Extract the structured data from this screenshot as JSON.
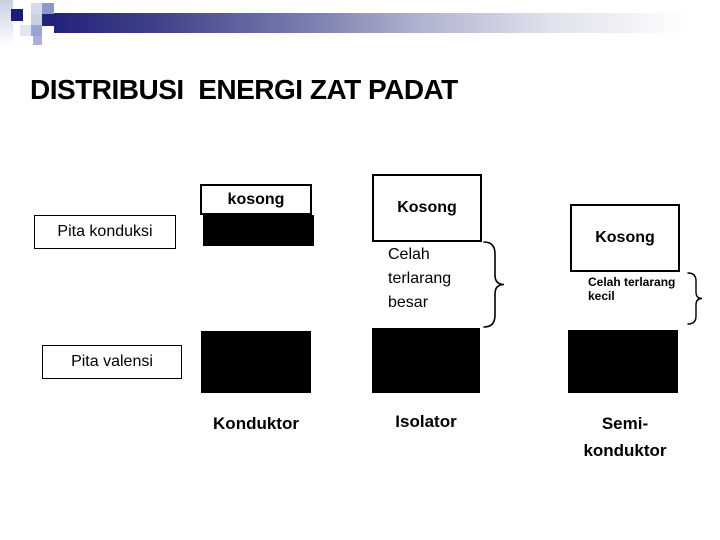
{
  "slide": {
    "title": "DISTRIBUSI  ENERGI ZAT PADAT",
    "band_labels": {
      "conduction": "Pita konduksi",
      "valence": "Pita valensi"
    },
    "columns": {
      "konduktor": {
        "empty_label": "kosong",
        "name": "Konduktor"
      },
      "isolator": {
        "empty_label": "Kosong",
        "gap_label": "Celah terlarang besar",
        "name": "Isolator"
      },
      "semikonduktor": {
        "empty_label": "Kosong",
        "gap_label": "Celah terlarang kecil",
        "name": "Semi-konduktor"
      }
    },
    "icons": {
      "brace_large": "right-curly-brace",
      "brace_small": "right-curly-brace"
    },
    "colors": {
      "accent_navy": "#23237c",
      "band_fill": "#000000",
      "background": "#ffffff"
    }
  }
}
